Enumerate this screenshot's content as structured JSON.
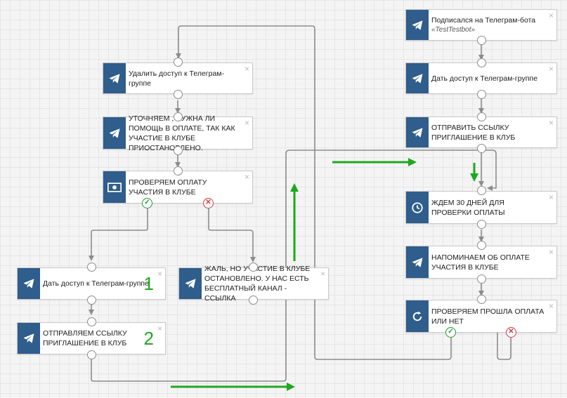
{
  "nodes": {
    "n_sub": {
      "text": "Подписался на Телеграм-бота",
      "sub": "«TestTestbot»"
    },
    "n_grant_r": {
      "text": "Дать доступ к Телеграм-группе"
    },
    "n_send_link_r": {
      "text": "ОТПРАВИТЬ ССЫЛКУ ПРИГЛАШЕНИЕ В КЛУБ"
    },
    "n_wait": {
      "text": "ЖДЕМ 30 ДНЕЙ ДЛЯ ПРОВЕРКИ ОПЛАТЫ"
    },
    "n_remind": {
      "text": "НАПОМИНАЕМ ОБ ОПЛАТЕ УЧАСТИЯ В КЛУБЕ"
    },
    "n_check_r": {
      "text": "ПРОВЕРЯЕМ ПРОШЛА ОПЛАТА ИЛИ НЕТ"
    },
    "n_remove": {
      "text": "Удалить доступ к Телеграм-группе"
    },
    "n_clarify": {
      "text": "УТОЧНЯЕМ , НУЖНА ЛИ ПОМОЩЬ В ОПЛАТЕ, ТАК КАК УЧАСТИЕ В КЛУБЕ ПРИОСТАНОВЛЕНО."
    },
    "n_check_m": {
      "text": "ПРОВЕРЯЕМ ОПЛАТУ УЧАСТИЯ В КЛУБЕ"
    },
    "n_grant_l": {
      "text": "Дать доступ к Телеграм-группе",
      "num": "1"
    },
    "n_send_l": {
      "text": "ОТПРАВЛЯЕМ ССЫЛКУ ПРИГЛАШЕНИЕ В КЛУБ",
      "num": "2"
    },
    "n_sorry": {
      "text": "ЖАЛЬ, НО УЧАСТИЕ В КЛУБЕ ОСТАНОВЛЕНО. У НАС ЕСТЬ БЕСПЛАТНЫЙ КАНАЛ - ССЫЛКА"
    }
  },
  "close_glyph": "×",
  "yes_glyph": "✓",
  "no_glyph": "✕",
  "colors": {
    "icon_bg": "#2f5d8c",
    "yes": "#1e9a3a",
    "no": "#d33b3b",
    "annotation": "#1ea81e",
    "connector": "#8c8c8c"
  }
}
